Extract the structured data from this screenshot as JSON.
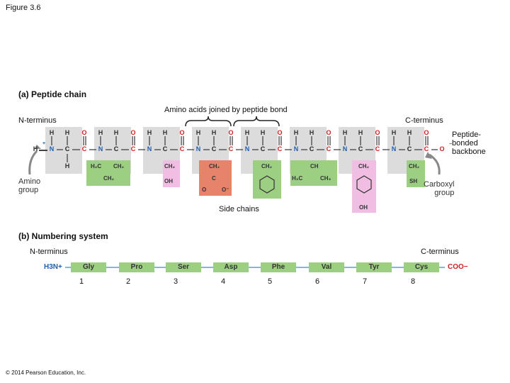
{
  "figure_label": "Figure 3.6",
  "part_a": {
    "title": "(a) Peptide chain",
    "amino_acids_label": "Amino acids joined by peptide bond",
    "n_terminus": "N-terminus",
    "c_terminus": "C-terminus",
    "peptide_backbone": "Peptide-\nbonded\nbackbone",
    "amino_group": "Amino\ngroup",
    "carboxyl_group": "Carboxyl\ngroup",
    "side_chains": "Side chains"
  },
  "part_b": {
    "title": "(b) Numbering system",
    "n_terminus": "N-terminus",
    "c_terminus": "C-terminus",
    "amino_end": "H3N+",
    "carboxyl_end": "COO−",
    "residues": [
      "Gly",
      "Pro",
      "Ser",
      "Asp",
      "Phe",
      "Val",
      "Tyr",
      "Cys"
    ],
    "numbers": [
      "1",
      "2",
      "3",
      "4",
      "5",
      "6",
      "7",
      "8"
    ]
  },
  "copyright": "© 2014 Pearson Education, Inc.",
  "colors": {
    "hydrophobic": "#9ccf82",
    "polar": "#f2bde2",
    "charged": "#e8836b",
    "backbone": "#dcdcdc",
    "link": "#7fb9d9"
  }
}
